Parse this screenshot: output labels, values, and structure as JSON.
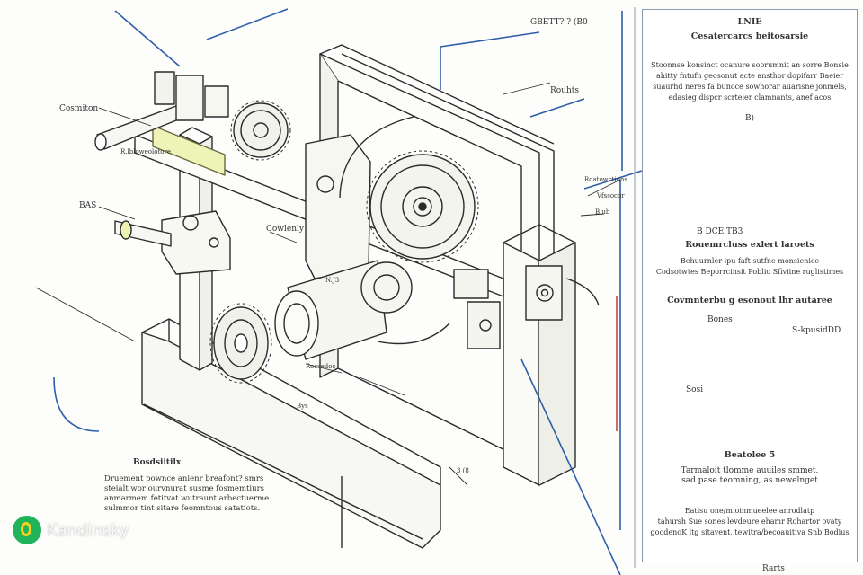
{
  "drawing": {
    "labels": {
      "top_left": "Cosmiton",
      "top_center": "GBETT? ? (B0",
      "top_right_mid": "Rouhts",
      "left_mid": "BAS",
      "center": "Cowlenly",
      "right_mid_1": "Roatowctions",
      "right_mid_2": "Vfssocor",
      "right_mid_3": "B.ub",
      "motor": "Rossedoc",
      "bottom_center": "Bys",
      "bottom_right": "3 (8",
      "small_note": "R.lbloweolotore",
      "mid_small": "N.J3"
    },
    "bottom_block": {
      "heading": "Bosdsiitilx",
      "lines": [
        "Druement pownce anienr breafont? smrs",
        "steialt wor ourvnurat susme fosmemtiurs",
        "anmarmem fetitvat wutraunt arbectuerme",
        "sulmmor tint sitare feomntous satatiots."
      ]
    }
  },
  "right_panel": {
    "title": "LNIE",
    "subtitle": "Cesatercarcs beitosarsie",
    "intro_lines": [
      "Stoonnse konsinct ocanure soorumnit an sorre Bonsie",
      "ahitty fntufn geosonut acte ansthor dopifarr Baeier",
      "suaurhd neres fa bunoce sowhorar auarisne jonmels,",
      "edasieg dispcr scrteier clamnants, anef acos"
    ],
    "fig1_label": "B)",
    "fig1_callout": "B DCE TB3",
    "section1_heading": "Rouemrcluss exlert laroets",
    "section1_lines": [
      "Behuurnler ipu faft sutfne monsienice",
      "Codsotwtes Beporrcinsit Poblio Sfiviine ruglistimes"
    ],
    "section2_heading": "Covmnterbu g esonout lhr autaree",
    "fig2_label_left": "Bones",
    "fig2_label_right": "S-kpusidDD",
    "fig2_side": "Sosi",
    "section3_heading": "Beatolee 5",
    "section3_lines": [
      "Tarmaloit tlomme auuiles smmet.",
      "sad pase teomning, as newelnget"
    ],
    "section4_lines": [
      "Eatisu one/mioinmueelee anrodlatp",
      "tahursh Sue sones levdeure ehamr Rohartor ovaty",
      "goodenoK ltg sitavent, tewitra/becoauitiva Snb Bodius"
    ],
    "footer": "Rarts"
  },
  "watermark": {
    "text": "Kandinsky"
  },
  "colors": {
    "line": "#2b2b2b",
    "leader_blue": "#2f5fa8",
    "leader_red": "#b03030",
    "panel_border": "#8a9ab0",
    "highlight": "#e8f0a8",
    "watermark_green": "#1fb35a",
    "watermark_yellow": "#f4d21b"
  }
}
